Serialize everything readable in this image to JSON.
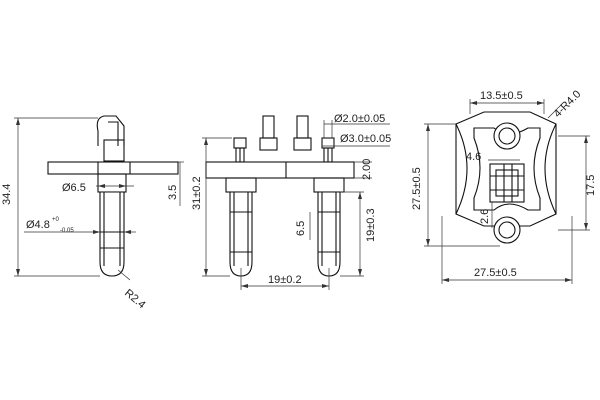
{
  "left_view": {
    "height": "34.4",
    "flange_dia": "Ø6.5",
    "flange_offset": "3.5",
    "pin_dia": "Ø4.8",
    "pin_dia_tol_upper": "+0",
    "pin_dia_tol_lower": "-0.05",
    "tip_radius": "R2.4"
  },
  "middle_view": {
    "small_dia": "Ø2.0±0.05",
    "large_dia": "Ø3.0±0.05",
    "depth": "2.00",
    "overall_height": "31±0.2",
    "pin_length": "19±0.3",
    "step": "6.5",
    "pin_pitch": "19±0.2"
  },
  "right_view": {
    "top_width": "13.5±0.5",
    "corner_radius": "4-R4.0",
    "height": "27.5±0.5",
    "slot_width": "4.6",
    "side_height": "17.5",
    "gap": "2.6",
    "width": "27.5±0.5"
  }
}
